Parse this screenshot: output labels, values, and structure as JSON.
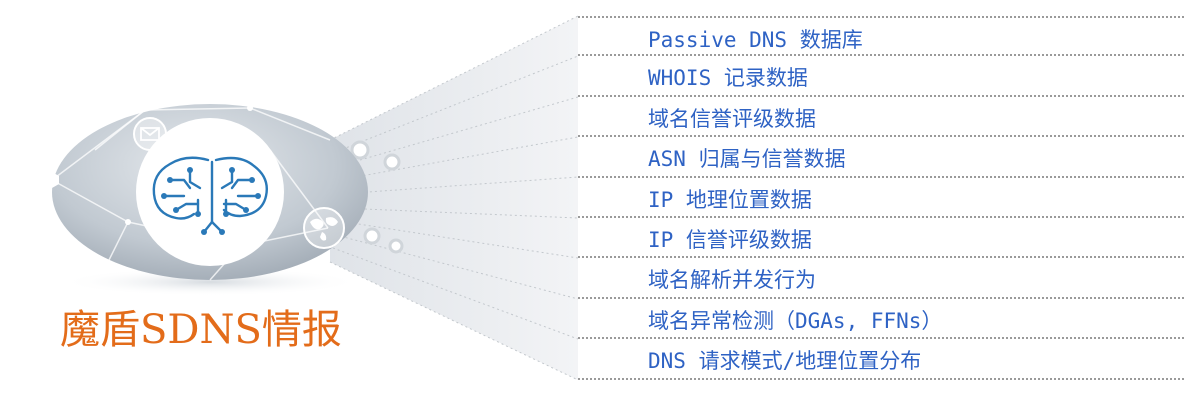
{
  "title": "魔盾SDNS情报",
  "features": [
    "Passive DNS 数据库",
    "WHOIS 记录数据",
    "域名信誉评级数据",
    "ASN 归属与信誉数据",
    "IP 地理位置数据",
    "IP 信誉评级数据",
    "域名解析并发行为",
    "域名异常检测（DGAs, FFNs）",
    "DNS 请求模式/地理位置分布"
  ],
  "colors": {
    "title": "#e36c1a",
    "feature_text": "#2e62c4",
    "disc": "#b9c3cd",
    "funnel": "#eceef1",
    "brain": "#2a79b8"
  },
  "icons": [
    "brain-circuit-icon",
    "mail-icon",
    "world-map-icon"
  ]
}
